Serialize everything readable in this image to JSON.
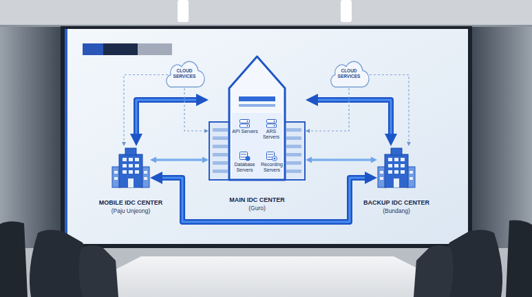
{
  "diagram": {
    "nodes": [
      {
        "text": [
          "CLOUD SERVICES"
        ]
      },
      {
        "text": [
          "MAIN IDC CENTER",
          "(Guro)"
        ]
      },
      {
        "text": [
          "API Servers"
        ],
        "in": 1
      },
      {
        "text": [
          "ARS Servers"
        ],
        "in": 1
      },
      {
        "text": [
          "Database Servers"
        ],
        "in": 1
      },
      {
        "text": [
          "Recording Servers"
        ],
        "in": 1
      },
      {
        "text": [
          "CLOUD SERVICES"
        ]
      },
      {
        "text": [
          "MOBILE IDC CENTER",
          "(Paju Unjeong)"
        ]
      },
      {
        "text": [
          "BACKUP IDC CENTER",
          "(Bundang)"
        ]
      }
    ],
    "edges": [
      {
        "from": 1,
        "to": 7,
        "arrow": "both"
      },
      {
        "from": 1,
        "to": 8,
        "arrow": "both"
      },
      {
        "from": 7,
        "to": 8,
        "arrow": "both"
      },
      {
        "from": 1,
        "to": 7,
        "arrow": "both"
      },
      {
        "from": 1,
        "to": 8,
        "arrow": "both"
      },
      {
        "from": 0,
        "to": 1,
        "arrow": "to"
      },
      {
        "from": 0,
        "to": 7,
        "arrow": "to"
      },
      {
        "from": 6,
        "to": 1,
        "arrow": "to"
      },
      {
        "from": 6,
        "to": 8,
        "arrow": "to"
      }
    ]
  }
}
